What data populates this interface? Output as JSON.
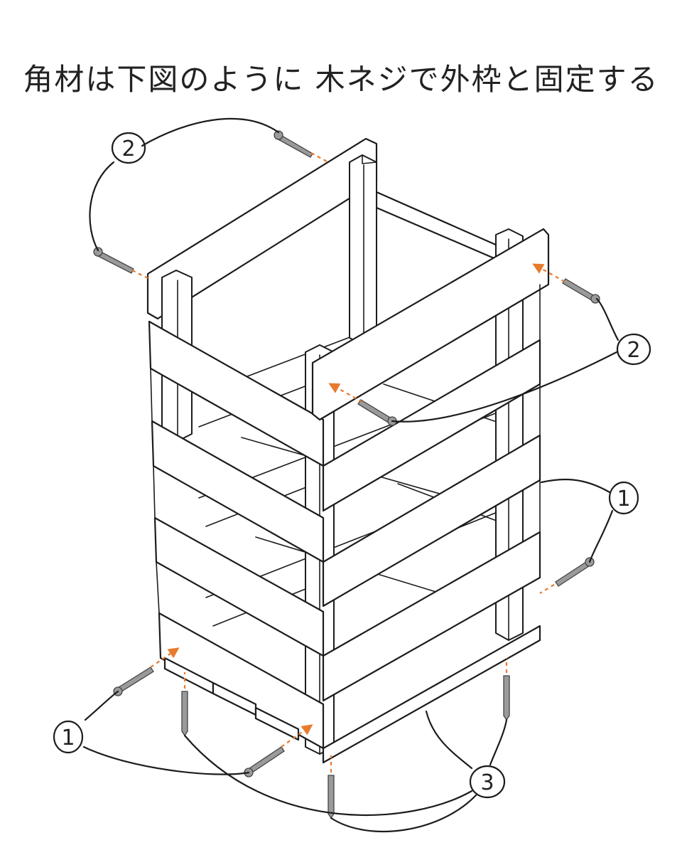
{
  "title": "角材は下図のように 木ネジで外枠と固定する",
  "callouts": {
    "label_1": "1",
    "label_2": "2",
    "label_3": "3"
  },
  "colors": {
    "ink": "#1c1c1c",
    "guide_arrow": "#e87a2e",
    "screw": "#9a9a9a"
  }
}
